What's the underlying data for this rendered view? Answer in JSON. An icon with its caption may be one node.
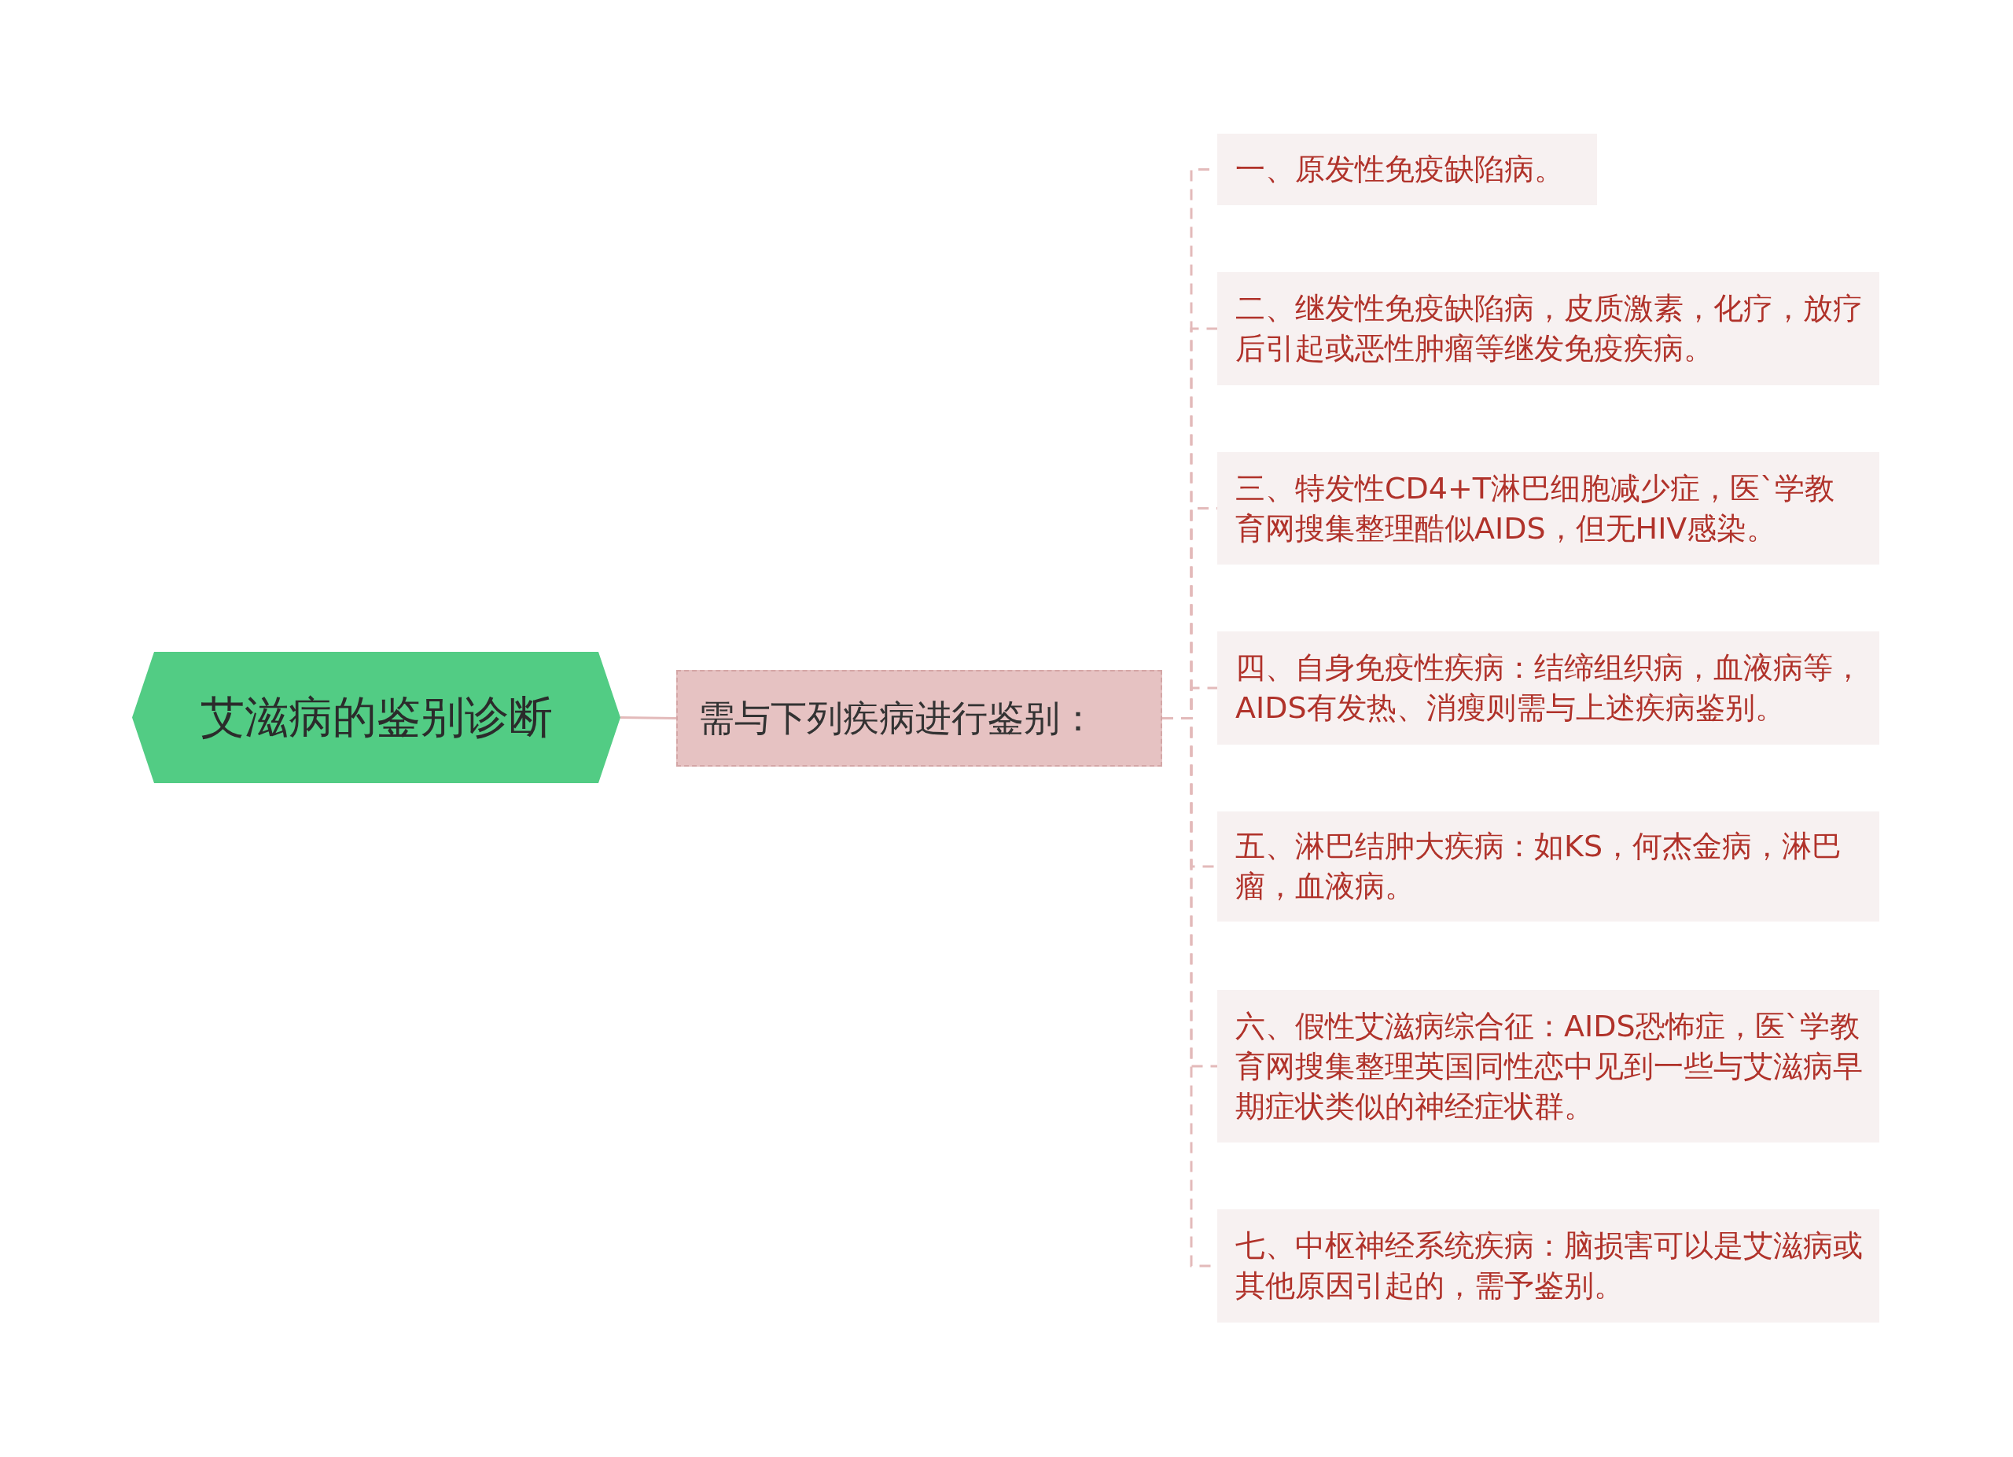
{
  "diagram": {
    "nodes": [
      {
        "text": [
          "艾滋病的鉴别诊断"
        ]
      },
      {
        "text": [
          "需与下列疾病进行鉴别："
        ]
      },
      {
        "text": [
          "一、原发性免疫缺陷病。"
        ]
      },
      {
        "text": [
          "二、继发性免疫缺陷病，皮质激素，化疗，放疗后引起或恶性肿瘤等继发免疫疾病。"
        ]
      },
      {
        "text": [
          "三、特发性CD4+T淋巴细胞减少症，医`学教育网搜集整理酷似AIDS，但无HIV感染。"
        ]
      },
      {
        "text": [
          "四、自身免疫性疾病：结缔组织病，血液病等，AIDS有发热、消瘦则需与上述疾病鉴别。"
        ]
      },
      {
        "text": [
          "五、淋巴结肿大疾病：如KS，何杰金病，淋巴瘤，血液病。"
        ]
      },
      {
        "text": [
          "六、假性艾滋病综合征：AIDS恐怖症，医`学教育网搜集整理英国同性恋中见到一些与艾滋病早期症状类似的神经症状群。"
        ]
      },
      {
        "text": [
          "七、中枢神经系统疾病：脑损害可以是艾滋病或其他原因引起的，需予鉴别。"
        ]
      }
    ],
    "edges": [
      {
        "from": 0,
        "to": 1,
        "arrow": "none"
      },
      {
        "from": 1,
        "to": 2,
        "arrow": "none",
        "style": "dashed"
      },
      {
        "from": 1,
        "to": 3,
        "arrow": "none",
        "style": "dashed"
      },
      {
        "from": 1,
        "to": 4,
        "arrow": "none",
        "style": "dashed"
      },
      {
        "from": 1,
        "to": 5,
        "arrow": "none",
        "style": "dashed"
      },
      {
        "from": 1,
        "to": 6,
        "arrow": "none",
        "style": "dashed"
      },
      {
        "from": 1,
        "to": 7,
        "arrow": "none",
        "style": "dashed"
      },
      {
        "from": 1,
        "to": 8,
        "arrow": "none",
        "style": "dashed"
      }
    ]
  }
}
